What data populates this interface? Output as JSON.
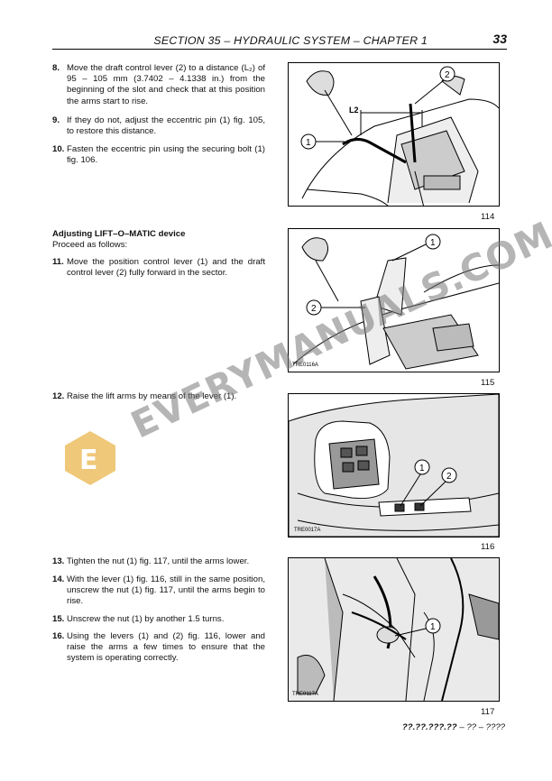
{
  "header": {
    "title": "SECTION 35 – HYDRAULIC SYSTEM – CHAPTER 1",
    "page": "33"
  },
  "steps": [
    {
      "num": "8.",
      "text": "Move the draft control lever (2) to a distance (L₂) of 95 – 105 mm (3.7402 – 4.1338 in.) from the beginning of the slot and check that at this position the arms start to rise."
    },
    {
      "num": "9.",
      "text": "If they do not, adjust the eccentric pin (1) fig. 105, to restore this distance."
    },
    {
      "num": "10.",
      "text": "Fasten the eccentric pin using the securing bolt (1) fig. 106."
    },
    {
      "num": "11.",
      "text": "Move the position control lever (1) and the draft control lever (2) fully forward in the sector."
    },
    {
      "num": "12.",
      "text": "Raise the lift arms by means of the lever (1)."
    },
    {
      "num": "13.",
      "text": "Tighten the nut (1) fig. 117, until the arms lower."
    },
    {
      "num": "14.",
      "text": "With the lever (1) fig. 116, still in the same position, unscrew the nut (1) fig. 117, until the arms begin to rise."
    },
    {
      "num": "15.",
      "text": "Unscrew the nut (1) by another 1.5 turns."
    },
    {
      "num": "16.",
      "text": "Using the levers (1) and (2) fig. 116, lower and raise the arms a few times to ensure that the system is operating correctly."
    }
  ],
  "subheading": {
    "title": "Adjusting LIFT–O–MATIC device",
    "intro": "Proceed as follows:"
  },
  "figures": [
    {
      "number": "114",
      "callouts": [
        "1",
        "2"
      ],
      "dim_label": "L2",
      "code": ""
    },
    {
      "number": "115",
      "callouts": [
        "1",
        "2"
      ],
      "code": "TRE0116A"
    },
    {
      "number": "116",
      "callouts": [
        "1",
        "2"
      ],
      "code": "TRE0017A"
    },
    {
      "number": "117",
      "callouts": [
        "1"
      ],
      "code": "TRE0117A"
    }
  ],
  "footer": {
    "code": "??.??.???.??",
    "rest": "– ?? – ????"
  },
  "watermark": {
    "text": "EVERYMANUALS.COM",
    "logo_letter": "E",
    "logo_color": "#e8b040"
  }
}
